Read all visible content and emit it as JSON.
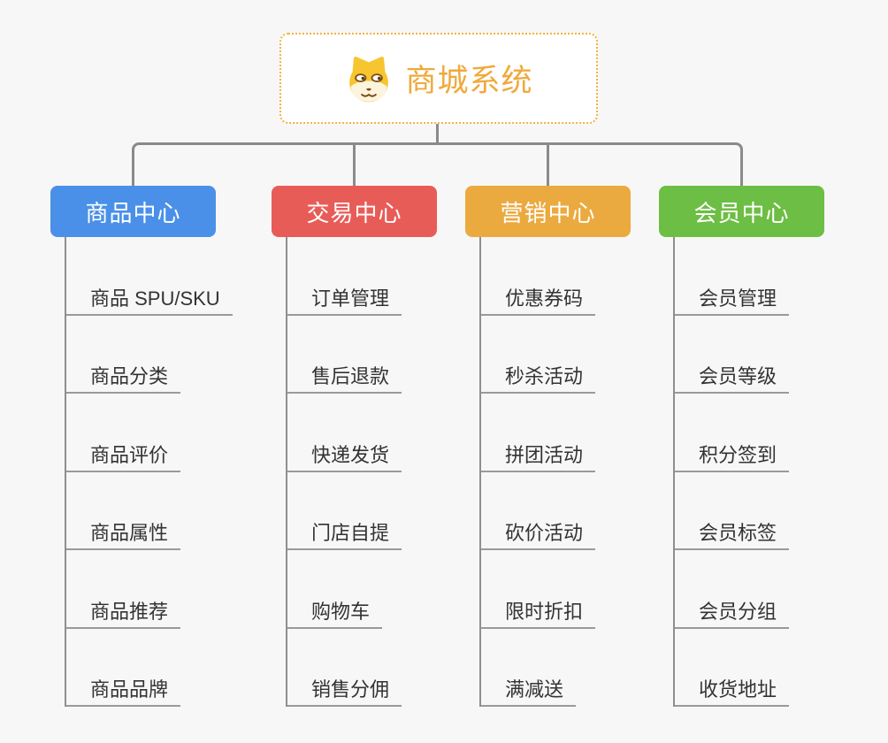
{
  "root": {
    "title": "商城系统",
    "icon": "dog-face-icon",
    "title_color": "#F0A93C",
    "border_color": "#F2B33D"
  },
  "connector_color": "#8a8a8a",
  "underline_color": "#9a9a9a",
  "background_color": "#f7f7f7",
  "branches": [
    {
      "id": "product-center",
      "label": "商品中心",
      "color": "#4A90E8",
      "items": [
        "商品 SPU/SKU",
        "商品分类",
        "商品评价",
        "商品属性",
        "商品推荐",
        "商品品牌"
      ]
    },
    {
      "id": "trade-center",
      "label": "交易中心",
      "color": "#E85C58",
      "items": [
        "订单管理",
        "售后退款",
        "快递发货",
        "门店自提",
        "购物车",
        "销售分佣"
      ]
    },
    {
      "id": "marketing-center",
      "label": "营销中心",
      "color": "#EBAA3F",
      "items": [
        "优惠券码",
        "秒杀活动",
        "拼团活动",
        "砍价活动",
        "限时折扣",
        "满减送"
      ]
    },
    {
      "id": "member-center",
      "label": "会员中心",
      "color": "#6DBE44",
      "items": [
        "会员管理",
        "会员等级",
        "积分签到",
        "会员标签",
        "会员分组",
        "收货地址"
      ]
    }
  ]
}
